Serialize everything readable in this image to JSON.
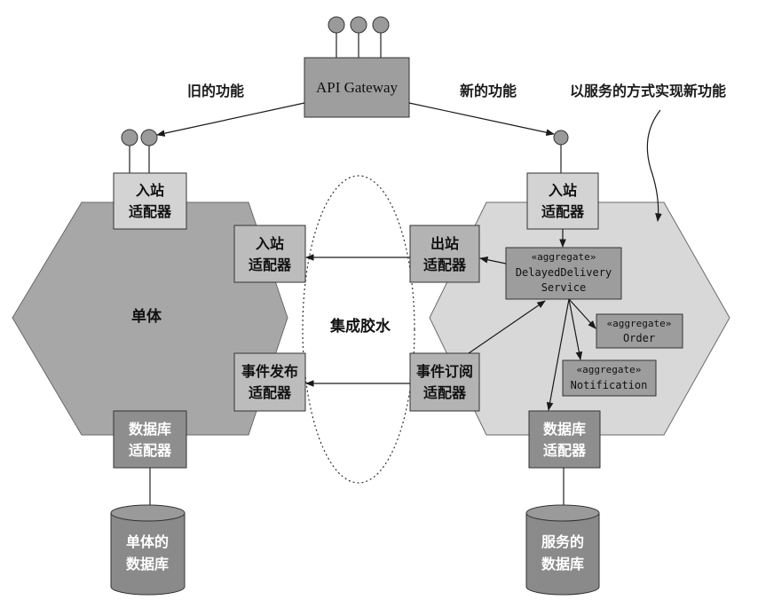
{
  "gateway": {
    "label": "API Gateway",
    "left_label": "旧的功能",
    "right_label": "新的功能"
  },
  "note": "以服务的方式实现新功能",
  "monolith": {
    "name": "单体",
    "inbound_adapter_top": [
      "入站",
      "适配器"
    ],
    "inbound_adapter": [
      "入站",
      "适配器"
    ],
    "event_publisher_adapter": [
      "事件发布",
      "适配器"
    ],
    "database_adapter": [
      "数据库",
      "适配器"
    ],
    "database": [
      "单体的",
      "数据库"
    ]
  },
  "integration_glue": "集成胶水",
  "service": {
    "inbound_adapter_top": [
      "入站",
      "适配器"
    ],
    "outbound_adapter": [
      "出站",
      "适配器"
    ],
    "event_subscriber_adapter": [
      "事件订阅",
      "适配器"
    ],
    "database_adapter": [
      "数据库",
      "适配器"
    ],
    "database": [
      "服务的",
      "数据库"
    ],
    "aggregates": {
      "delayed_delivery": {
        "stereotype": "«aggregate»",
        "lines": [
          "DelayedDelivery",
          "Service"
        ]
      },
      "order": {
        "stereotype": "«aggregate»",
        "lines": [
          "Order"
        ]
      },
      "notification": {
        "stereotype": "«aggregate»",
        "lines": [
          "Notification"
        ]
      }
    }
  },
  "colors": {
    "monolith_hexagon": "#a7a7a7",
    "service_hexagon": "#d8d8d8",
    "gateway": "#9e9e9e",
    "database": "#8a8a8a"
  }
}
